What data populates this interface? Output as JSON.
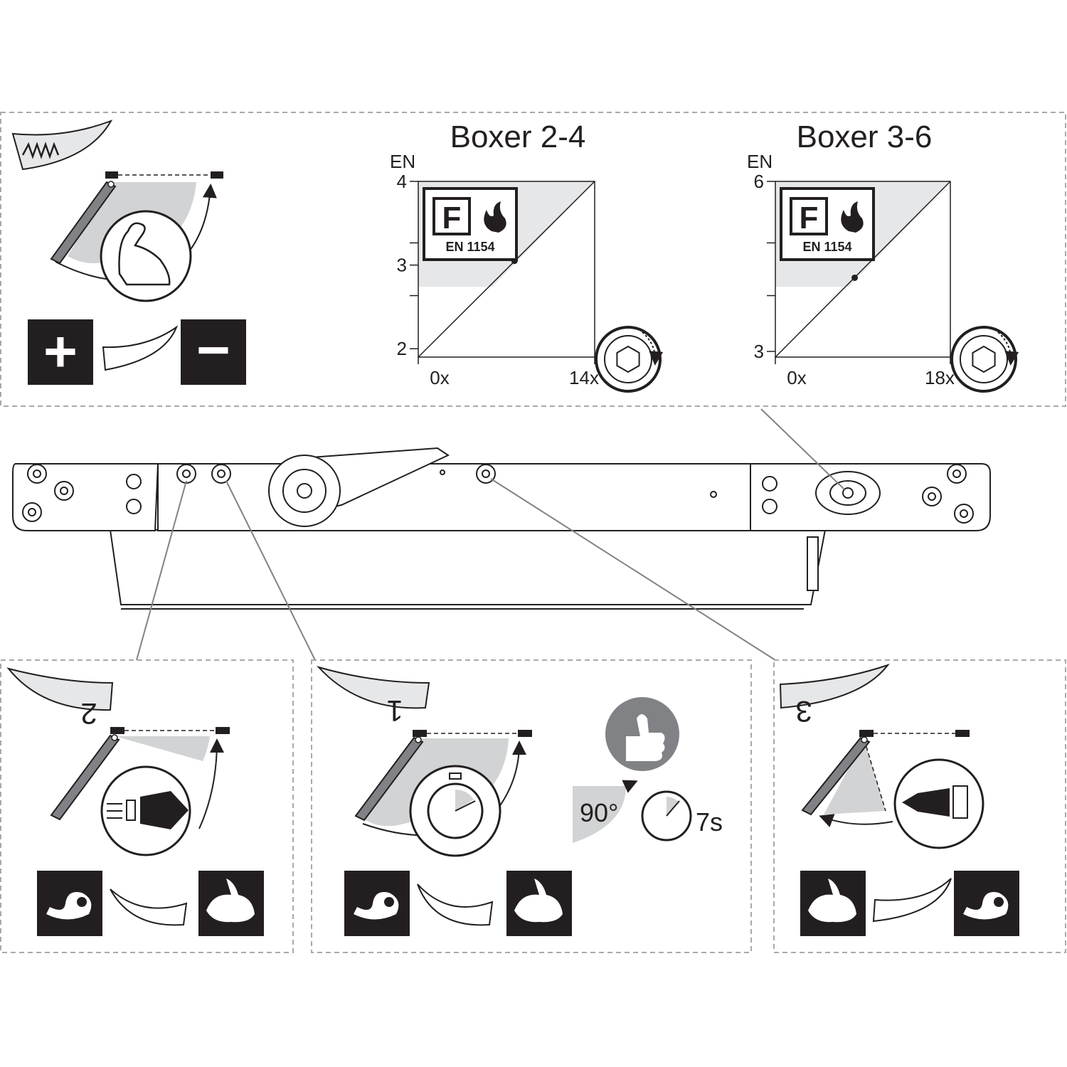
{
  "panels": {
    "spring": {
      "badge_icon": "spring-icon",
      "step_icon": "bicep-strength-icon",
      "plus_symbol": "+",
      "minus_symbol": "−"
    },
    "step1": {
      "badge": "1",
      "fast_icon": "rabbit-icon",
      "slow_icon": "snail-icon",
      "angle": "90°",
      "time": "7s",
      "ok_icon": "thumbs-up-icon",
      "timer_icon": "stopwatch-icon"
    },
    "step2": {
      "badge": "2",
      "fast_icon": "rabbit-icon",
      "slow_icon": "snail-icon",
      "arrow_icon": "speed-arrow-right-icon"
    },
    "step3": {
      "badge": "3",
      "fast_icon": "rabbit-icon",
      "slow_icon": "snail-icon",
      "arrow_icon": "speed-arrow-left-icon"
    }
  },
  "chart_data": [
    {
      "type": "line",
      "title": "Boxer 2-4",
      "ylabel": "EN",
      "y_ticks": [
        "4",
        "3",
        "2"
      ],
      "x_ticks": [
        "0x",
        "14x"
      ],
      "xlim": [
        0,
        14
      ],
      "ylim": [
        1.9,
        4
      ],
      "marker": {
        "y": 3.05
      },
      "badge": {
        "letter": "F",
        "standard": "EN 1154"
      }
    },
    {
      "type": "line",
      "title": "Boxer 3-6",
      "ylabel": "EN",
      "y_ticks": [
        "6",
        "3"
      ],
      "x_ticks": [
        "0x",
        "18x"
      ],
      "xlim": [
        0,
        18
      ],
      "ylim": [
        2.9,
        6
      ],
      "marker": {
        "y": 4.3
      },
      "badge": {
        "letter": "F",
        "standard": "EN 1154"
      }
    }
  ]
}
